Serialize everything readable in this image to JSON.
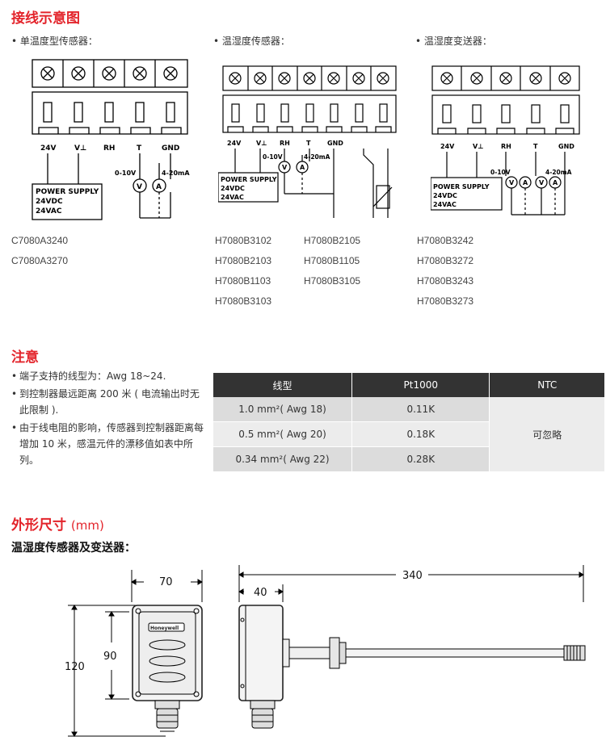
{
  "wiring": {
    "title": "接线示意图",
    "col1": {
      "label": "单温度型传感器：",
      "models": [
        "C7080A3240",
        "C7080A3270"
      ]
    },
    "col2": {
      "label": "温湿度传感器：",
      "models_a": [
        "H7080B3102",
        "H7080B2103",
        "H7080B1103",
        "H7080B3103"
      ],
      "models_b": [
        "H7080B2105",
        "H7080B1105",
        "H7080B3105"
      ]
    },
    "col3": {
      "label": "温湿度变送器：",
      "models": [
        "H7080B3242",
        "H7080B3272",
        "H7080B3243",
        "H7080B3273"
      ]
    },
    "terminals": [
      "24V",
      "V⊥",
      "RH",
      "T",
      "GND"
    ],
    "power": [
      "POWER SUPPLY",
      "24VDC",
      "24VAC"
    ],
    "signal_v": "0-10V",
    "signal_a": "4-20mA",
    "meter_v": "V",
    "meter_a": "A"
  },
  "notes": {
    "title": "注意",
    "items": [
      "端子支持的线型为：Awg 18~24.",
      "到控制器最远距离 200 米 ( 电流输出时无此限制 ).",
      "由于线电阻的影响，传感器到控制器距离每增加 10 米，感温元件的漂移值如表中所列。"
    ],
    "table": {
      "headers": [
        "线型",
        "Pt1000",
        "NTC"
      ],
      "rows": [
        [
          "1.0 mm²( Awg 18)",
          "0.11K"
        ],
        [
          "0.5 mm²( Awg 20)",
          "0.18K"
        ],
        [
          "0.34 mm²( Awg 22)",
          "0.28K"
        ]
      ],
      "ntc_value": "可忽略"
    }
  },
  "dims": {
    "title": "外形尺寸",
    "unit": "(mm)",
    "subtitle": "温湿度传感器及变送器：",
    "w70": "70",
    "h90": "90",
    "h120": "120",
    "d40": "40",
    "l340": "340",
    "brand": "Honeywell"
  }
}
